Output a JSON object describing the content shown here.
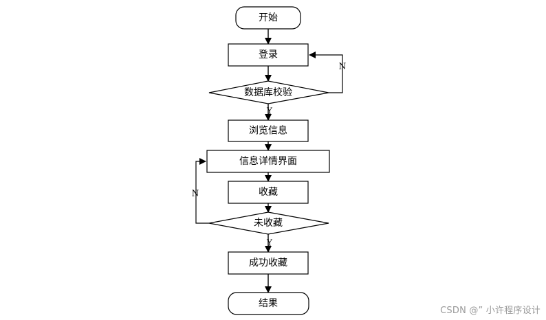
{
  "nodes": {
    "start": "开始",
    "login": "登录",
    "db_check": "数据库校验",
    "browse": "浏览信息",
    "detail": "信息详情界面",
    "favorite": "收藏",
    "not_favorited": "未收藏",
    "fav_success": "成功收藏",
    "end": "结果"
  },
  "edges": {
    "login_no": "N",
    "login_yes": "Y",
    "fav_no": "N",
    "fav_yes": "Y"
  },
  "watermark": "CSDN @” 小许程序设计"
}
